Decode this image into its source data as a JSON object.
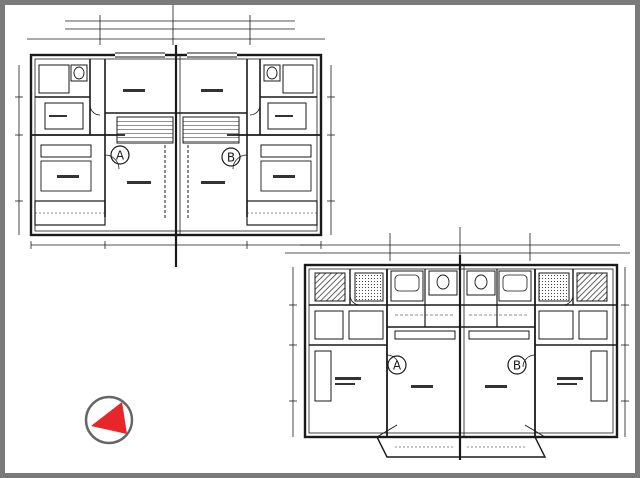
{
  "floor_plans": {
    "upper": {
      "unit_a_label": "A",
      "unit_b_label": "B"
    },
    "lower": {
      "unit_a_label": "A",
      "unit_b_label": "B"
    }
  },
  "compass": {
    "icon": "north-arrow-icon",
    "ring_color": "#666666",
    "arrow_color": "#e8262a"
  },
  "colors": {
    "frame": "#7a7a7a",
    "paper": "#ffffff",
    "ink": "#1a1a1a"
  }
}
